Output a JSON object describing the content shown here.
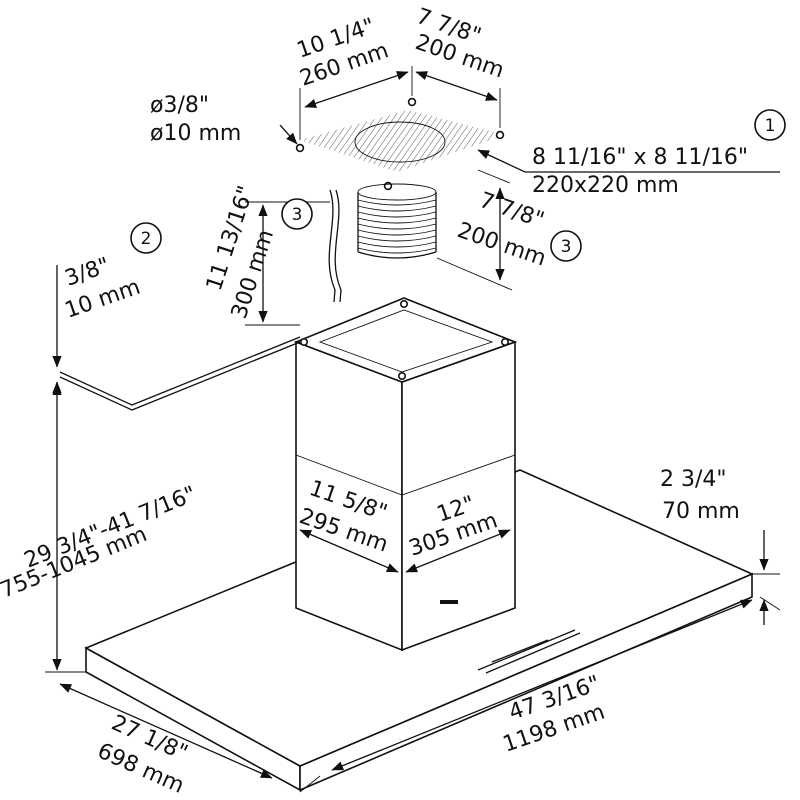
{
  "callouts": {
    "c1": "1",
    "c2": "2",
    "c3": "3"
  },
  "dimensions": {
    "mount_left_in": "10 1/4\"",
    "mount_left_mm": "260 mm",
    "mount_right_in": "7 7/8\"",
    "mount_right_mm": "200 mm",
    "hole_in": "ø3/8\"",
    "hole_mm": "ø10 mm",
    "plate_in": "8 11/16\" x 8 11/16\"",
    "plate_mm": "220x220 mm",
    "duct_height_in": "11 13/16\"",
    "duct_height_mm": "300 mm",
    "duct_dia_in": "7 7/8\"",
    "duct_dia_mm": "200 mm",
    "ceiling_gap_in": "3/8\"",
    "ceiling_gap_mm": "10 mm",
    "height_range_in": "29 3/4\"-41 7/16\"",
    "height_range_mm": "755-1045 mm",
    "chimney_depth_in": "11 5/8\"",
    "chimney_depth_mm": "295 mm",
    "chimney_width_in": "12\"",
    "chimney_width_mm": "305 mm",
    "canopy_thickness_in": "2 3/4\"",
    "canopy_thickness_mm": "70 mm",
    "canopy_width_in": "47 3/16\"",
    "canopy_width_mm": "1198 mm",
    "canopy_depth_in": "27 1/8\"",
    "canopy_depth_mm": "698 mm"
  }
}
